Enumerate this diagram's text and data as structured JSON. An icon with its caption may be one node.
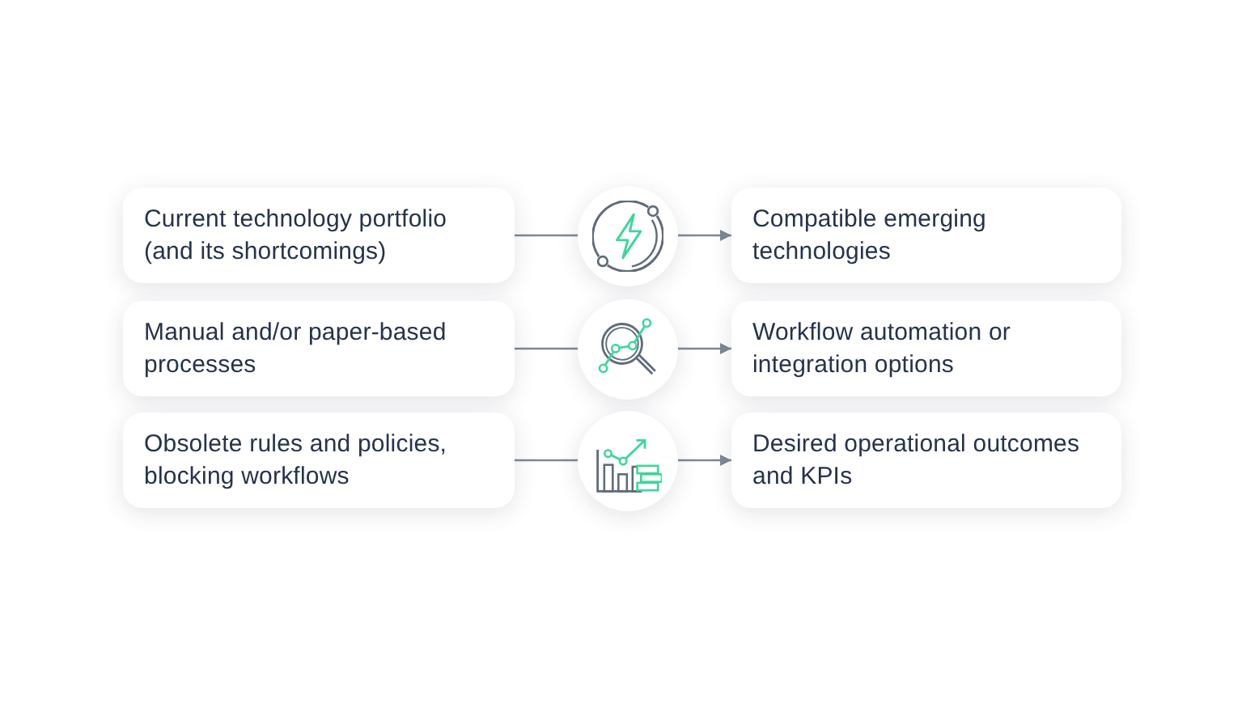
{
  "diagram": {
    "nodes": [
      {
        "text": [
          "Current technology portfolio (and its shortcomings)"
        ]
      },
      {
        "text": [],
        "shape": "circle"
      },
      {
        "text": [
          "Compatible emerging technologies"
        ]
      },
      {
        "text": [
          "Manual and/or paper-based processes"
        ]
      },
      {
        "text": [],
        "shape": "circle"
      },
      {
        "text": [
          "Workflow automation or integration options"
        ]
      },
      {
        "text": [
          "Obsolete rules and policies, blocking workflows"
        ]
      },
      {
        "text": [],
        "shape": "circle"
      },
      {
        "text": [
          "Desired operational outcomes and KPIs"
        ]
      }
    ],
    "edges": [
      {
        "from": 0,
        "to": 1,
        "arrow": "none"
      },
      {
        "from": 1,
        "to": 2,
        "arrow": "to"
      },
      {
        "from": 3,
        "to": 4,
        "arrow": "none"
      },
      {
        "from": 4,
        "to": 5,
        "arrow": "to"
      },
      {
        "from": 6,
        "to": 7,
        "arrow": "none"
      },
      {
        "from": 7,
        "to": 8,
        "arrow": "to"
      }
    ]
  }
}
